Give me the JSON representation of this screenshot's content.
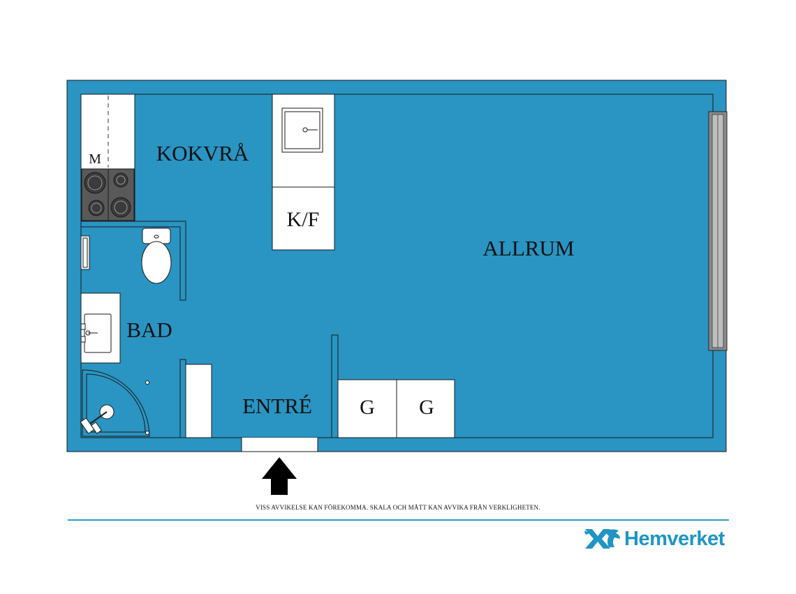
{
  "rooms": {
    "kitchen": "KOKVRÅ",
    "living": "ALLRUM",
    "bath": "BAD",
    "entry": "ENTRÉ",
    "fridge": "K/F",
    "wardrobe_1": "G",
    "wardrobe_2": "G",
    "microwave": "M"
  },
  "disclaimer": "VISS AVVIKELSE KAN FÖREKOMMA. SKALA OCH MÅTT KAN AVVIKA FRÅN VERKLIGHETEN.",
  "brand": {
    "name": "Hemverket",
    "icon": "hemverket-griffin-logo"
  },
  "colors": {
    "wall": "#2a94c2",
    "brand": "#1f95c4",
    "stove": "#595959",
    "window": "#8c8c8c"
  }
}
